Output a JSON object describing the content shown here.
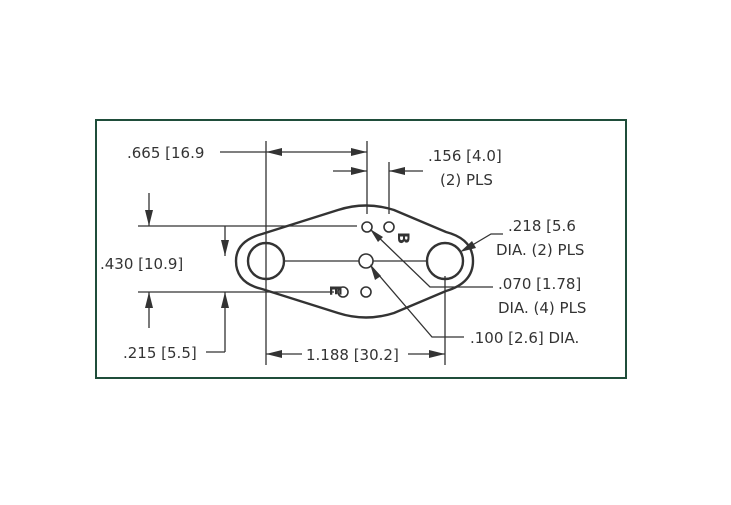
{
  "frame_color": "#1f4d3a",
  "labels": {
    "pin_spacing": ".665 [16.9",
    "pin_gap": ".156 [4.0]",
    "pin_gap_count": "(2) PLS",
    "mount_hole": ".218 [5.6",
    "mount_hole_count": "DIA. (2) PLS",
    "height": ".430 [10.9]",
    "pin_hole": ".070 [1.78]",
    "pin_hole_count": "DIA. (4) PLS",
    "center_hole": ".100 [2.6] DIA.",
    "half_height": ".215 [5.5]",
    "mount_spacing": "1.188 [30.2]"
  },
  "pin_labels": {
    "base": "B",
    "emitter": "E"
  }
}
